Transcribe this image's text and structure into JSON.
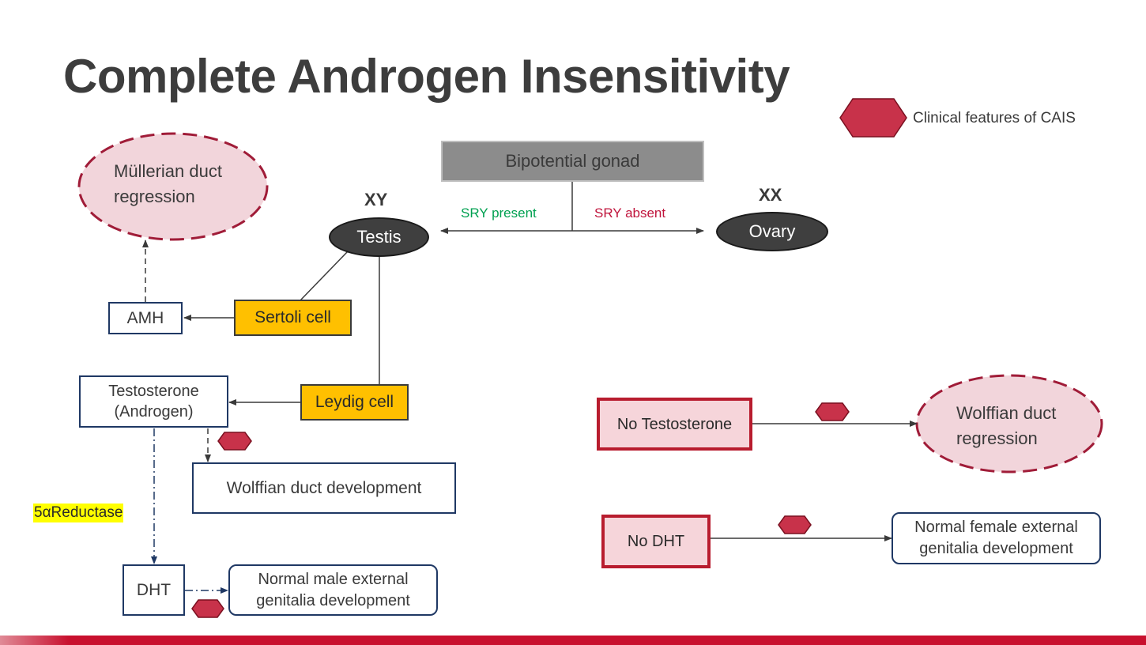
{
  "title": "Complete Androgen Insensitivity",
  "legend": {
    "label": "Clinical features of CAIS",
    "color": "#c8324a"
  },
  "colors": {
    "navy": "#1f3864",
    "gold": "#ffc000",
    "feature_red": "#c8324a",
    "ellipse_pink": "#f2d5db",
    "green": "#00a050",
    "crimson": "#c0143c"
  },
  "nodes": {
    "bipotential_gonad": "Bipotential gonad",
    "xy_label": "XY",
    "xx_label": "XX",
    "testis": "Testis",
    "ovary": "Ovary",
    "sry_present": "SRY present",
    "sry_absent": "SRY absent",
    "mullerian_regression": [
      "Müllerian duct",
      "regression"
    ],
    "amh": "AMH",
    "sertoli_cell": "Sertoli cell",
    "leydig_cell": "Leydig cell",
    "testosterone": [
      "Testosterone",
      "(Androgen)"
    ],
    "wolffian_development": "Wolffian duct development",
    "five_alpha_reductase": "5αReductase",
    "dht": "DHT",
    "normal_male": [
      "Normal male external",
      "genitalia development"
    ],
    "no_testosterone": "No Testosterone",
    "wolffian_regression": [
      "Wolffian duct",
      "regression"
    ],
    "no_dht": "No DHT",
    "normal_female": [
      "Normal female external",
      "genitalia development"
    ]
  }
}
